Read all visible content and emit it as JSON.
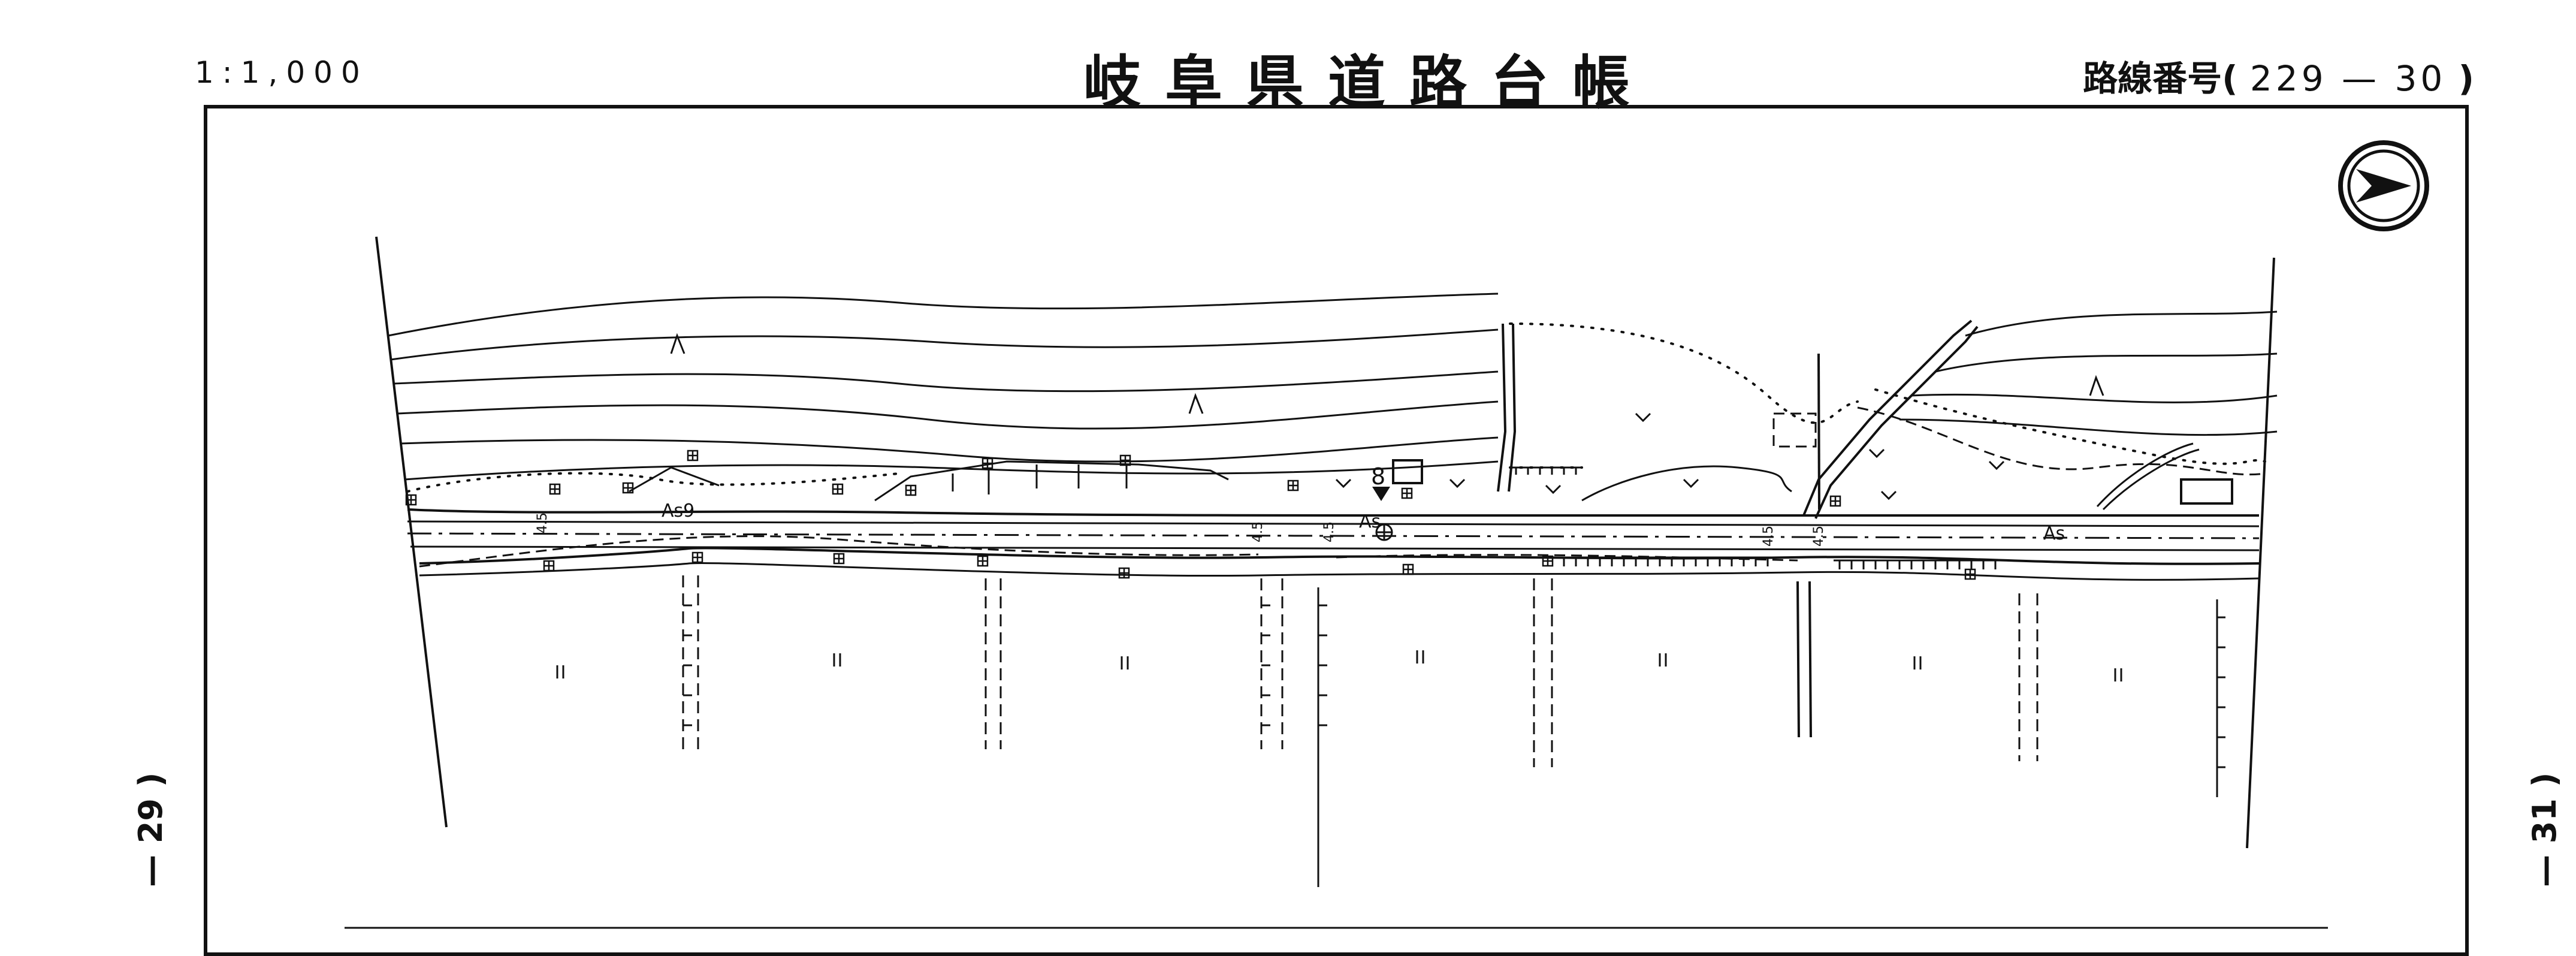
{
  "header": {
    "scale": "1:1,000",
    "title": "岐阜県道路台帳",
    "route_label": "路線番号",
    "route_open": "(",
    "route_number": "229 — 30",
    "route_close": ")"
  },
  "side_refs": {
    "prev": "— 29 )",
    "next": "— 31 )"
  },
  "map_labels": {
    "pavement": "As",
    "pavement_alt": "As9",
    "road_width": "4.5",
    "marker_number": "8"
  },
  "icons": [
    "north-arrow-icon",
    "field-symbol",
    "grass-symbol",
    "orchard-symbol",
    "utility-pole-symbol",
    "water-valve-symbol"
  ]
}
